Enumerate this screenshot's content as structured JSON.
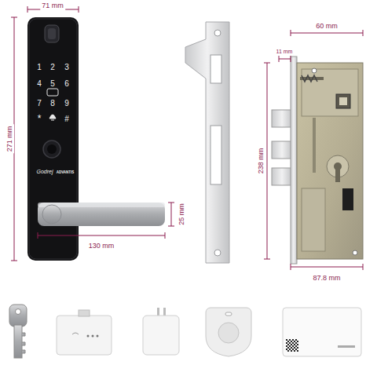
{
  "diagram": {
    "labels": [
      "71 mm",
      "271 mm",
      "1",
      "2",
      "3",
      "4",
      "5",
      "6",
      "7",
      "8",
      "9",
      "*",
      "#",
      "Godrej",
      "ADVANTIS",
      "25 mm",
      "130 mm",
      "11 mm",
      "60 mm",
      "238 mm",
      "87.8 mm"
    ]
  }
}
